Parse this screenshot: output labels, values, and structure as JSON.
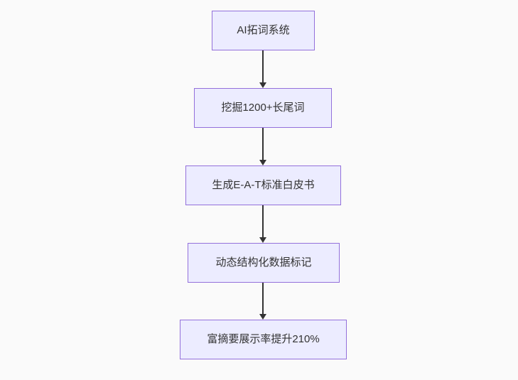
{
  "colors": {
    "canvas_background": "#fafafa",
    "node_fill": "#ececff",
    "node_border": "#9370db",
    "node_text": "#333333",
    "edge_arrow": "#333333"
  },
  "flowchart": {
    "type": "flowchart",
    "direction": "top-down",
    "nodes": [
      {
        "label": "AI拓词系统"
      },
      {
        "label": "挖掘1200+长尾词"
      },
      {
        "label": "生成E-A-T标准白皮书"
      },
      {
        "label": "动态结构化数据标记"
      },
      {
        "label": "富摘要展示率提升210%"
      }
    ],
    "edges": [
      {
        "from": 0,
        "to": 1
      },
      {
        "from": 1,
        "to": 2
      },
      {
        "from": 2,
        "to": 3
      },
      {
        "from": 3,
        "to": 4
      }
    ]
  }
}
